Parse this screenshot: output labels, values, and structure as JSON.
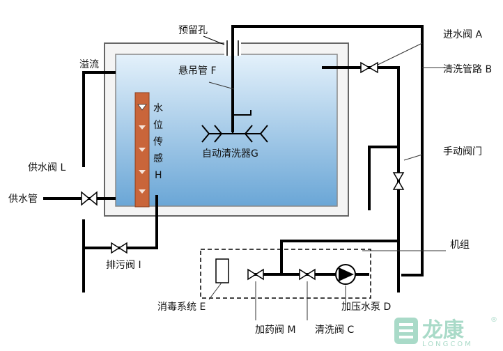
{
  "labels": {
    "reserved_hole": "预留孔",
    "overflow": "溢流",
    "suspension_pipe": "悬吊管 F",
    "inlet_valve": "进水阀 A",
    "cleaning_pipe": "清洗管路 B",
    "auto_cleaner": "自动清洗器G",
    "manual_valve": "手动阀门",
    "supply_valve": "供水阀 L",
    "supply_pipe": "供水管",
    "drain_valve": "排污阀 I",
    "unit": "机组",
    "disinfection": "消毒系统 E",
    "booster_pump": "加压水泵 D",
    "dosing_valve": "加药阀 M",
    "clean_valve": "清洗阀 C"
  },
  "sensor": {
    "line1": "水",
    "line2": "位",
    "line3": "传",
    "line4": "感",
    "line5": "H"
  },
  "logo": {
    "name_cn": "龙康",
    "name_en": "LONGCOM",
    "registered": "®"
  },
  "colors": {
    "pipe": "#000000",
    "tank_border": "#555555",
    "water_top": "#e4f1fb",
    "water_bottom": "#6aa6d6",
    "sensor": "#c9653a",
    "logo": "#9bd4bf"
  }
}
